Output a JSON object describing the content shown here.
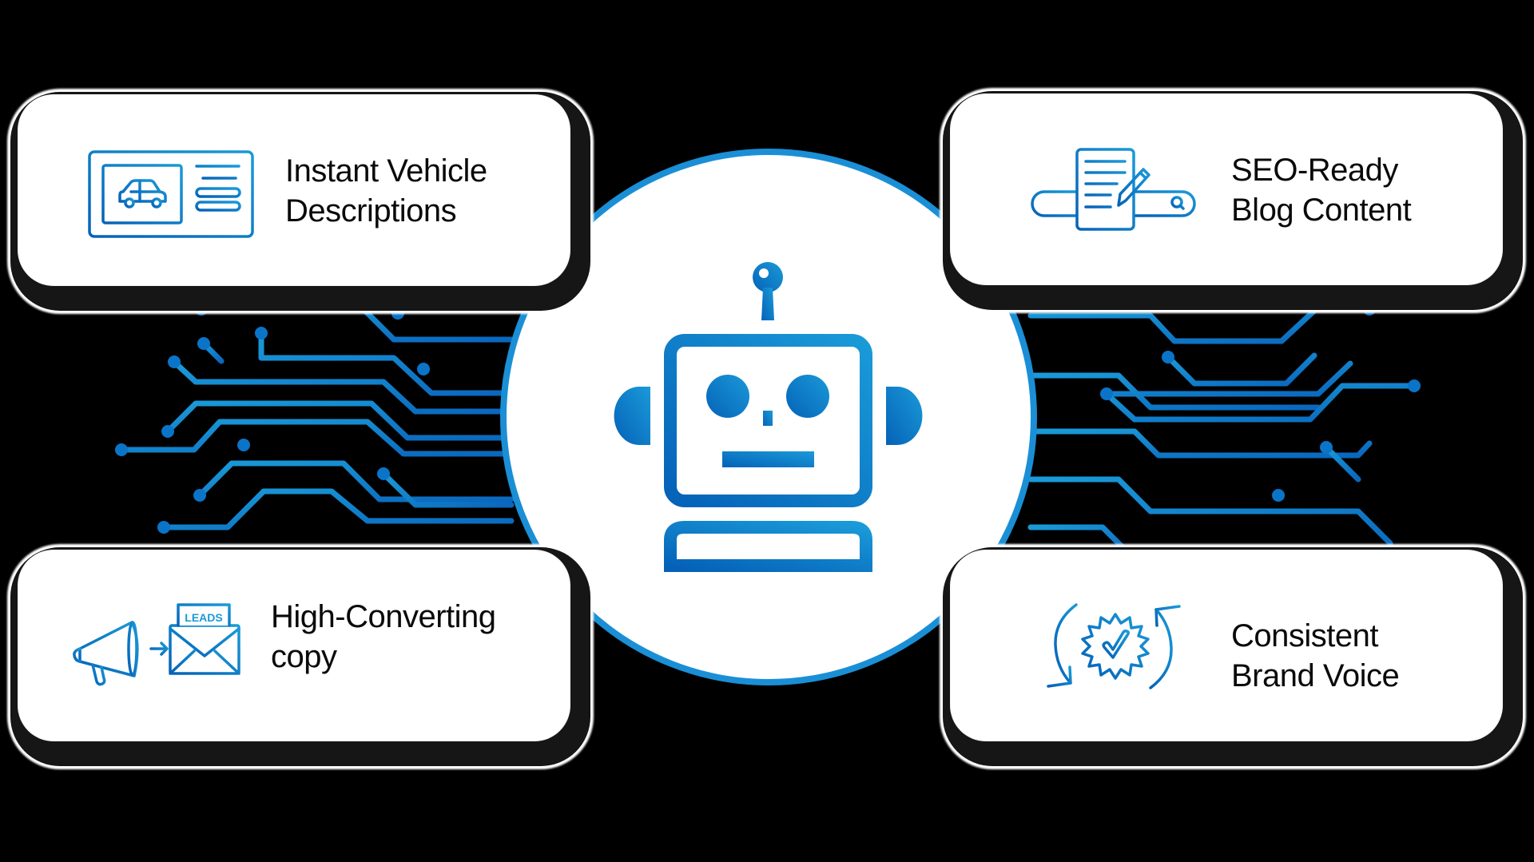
{
  "diagram": {
    "theme": {
      "background": "#000000",
      "accent_dark": "#0a67bd",
      "accent_light": "#1a9ad8",
      "card_bg": "#ffffff",
      "text": "#0a0a0a"
    },
    "center": {
      "icon": "robot-icon",
      "description": "AI robot head inside a white circle with blue outline"
    },
    "features": [
      {
        "position": "top-left",
        "icon": "vehicle-listing-card-icon",
        "lines": [
          "Instant Vehicle",
          "Descriptions"
        ]
      },
      {
        "position": "top-right",
        "icon": "seo-blog-document-search-icon",
        "lines": [
          "SEO-Ready",
          "Blog Content"
        ]
      },
      {
        "position": "bottom-left",
        "icon": "megaphone-to-leads-envelope-icon",
        "lines": [
          "High-Converting",
          "copy"
        ],
        "envelope_text": "LEADS"
      },
      {
        "position": "bottom-right",
        "icon": "badge-check-cycle-icon",
        "lines": [
          "Consistent",
          "Brand Voice"
        ]
      }
    ]
  }
}
